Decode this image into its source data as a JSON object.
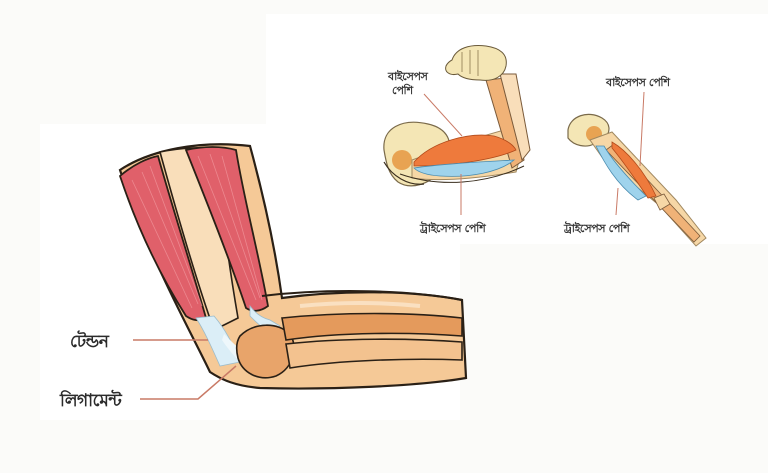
{
  "figure": {
    "subject": "elbow joint and arm muscles",
    "language": "Bengali",
    "colors": {
      "background": "#fbfbf9",
      "panel": "#ffffff",
      "skin": "#f5c997",
      "skin_light": "#f9deba",
      "bone": "#f3c28f",
      "bone_dark": "#e49a5c",
      "muscle_red": "#e0606a",
      "biceps_orange": "#ee7a3c",
      "triceps_blue": "#9fd3ec",
      "tendon": "#dbeef7",
      "outline": "#2a2016",
      "leader_line": "#c97a66",
      "arm_cream": "#f4e6b5",
      "shoulder_dot": "#e8a352"
    }
  },
  "panels": {
    "flexed_arm": {
      "labels": {
        "biceps_line1": "বাইসেপস",
        "biceps_line2": "পেশি",
        "triceps": "ট্রাইসেপস পেশি"
      }
    },
    "extended_arm": {
      "labels": {
        "biceps": "বাইসেপস পেশি",
        "triceps": "ট্রাইসেপস পেশি"
      }
    },
    "elbow_joint": {
      "labels": {
        "tendon": "টেন্ডন",
        "ligament": "লিগামেন্ট"
      }
    }
  }
}
